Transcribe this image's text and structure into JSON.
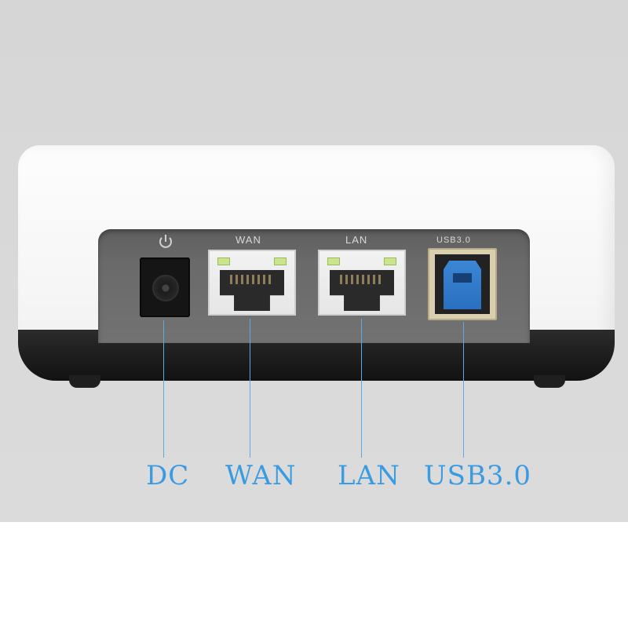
{
  "panel_labels": {
    "wan": "WAN",
    "lan": "LAN",
    "usb": "USB3.0"
  },
  "connectors": [
    {
      "label": "DC",
      "icon": "power-icon"
    },
    {
      "label": "WAN"
    },
    {
      "label": "LAN"
    },
    {
      "label": "USB3.0"
    }
  ],
  "colors": {
    "label_blue": "#3b9be2",
    "usb_blue": "#2a6fc0",
    "led_green": "#c9e68e"
  }
}
